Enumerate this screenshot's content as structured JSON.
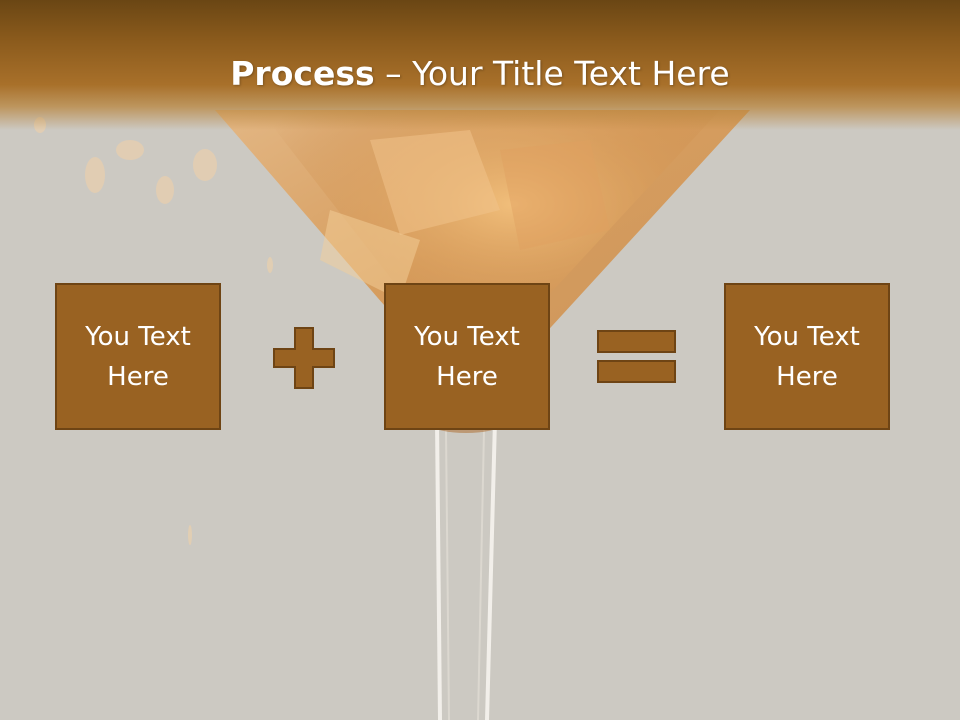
{
  "slide": {
    "title_bold": "Process",
    "title_rest": " – Your Title Text Here",
    "boxes": [
      {
        "label": "You Text Here"
      },
      {
        "label": "You Text Here"
      },
      {
        "label": "You Text Here"
      }
    ]
  },
  "icons": {
    "plus": "plus-icon",
    "equals": "equals-icon"
  },
  "colors": {
    "title_bar": "#8a5a1c",
    "box_fill": "#996222",
    "box_border": "#6e4414",
    "background": "#ccc9c2"
  }
}
